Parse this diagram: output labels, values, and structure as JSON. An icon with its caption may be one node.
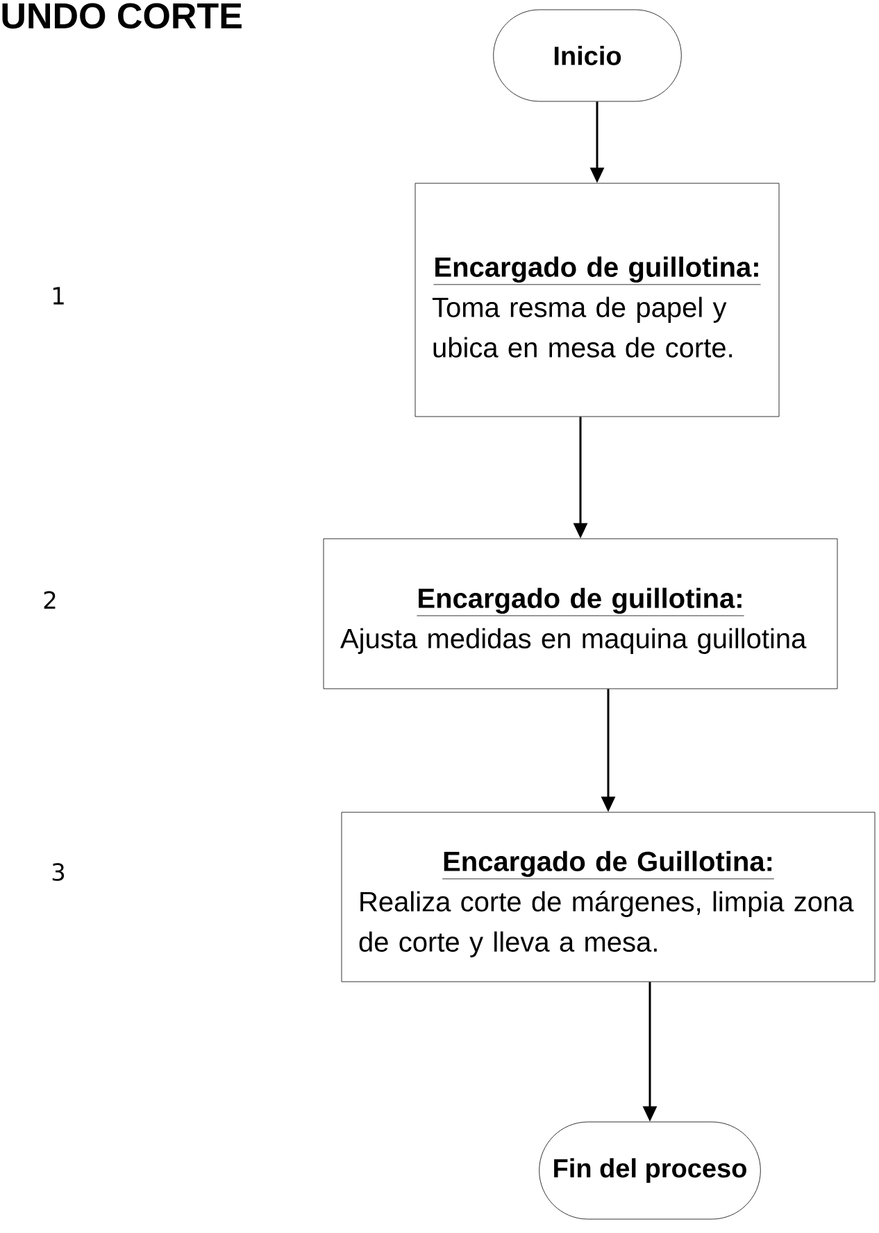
{
  "diagram": {
    "title": "UNDO CORTE",
    "nodes": [
      {
        "text": [
          "Inicio"
        ]
      },
      {
        "text": [
          "Encargado de guillotina:",
          "Toma resma de papel y ubica en mesa de corte."
        ]
      },
      {
        "text": [
          "Encargado de guillotina:",
          "Ajusta medidas en maquina guillotina"
        ]
      },
      {
        "text": [
          "Encargado de Guillotina:",
          "Realiza corte de márgenes, limpia zona de corte y lleva a mesa."
        ]
      },
      {
        "text": [
          "Fin del proceso"
        ]
      }
    ],
    "edges": [
      {
        "from": 0,
        "to": 1,
        "arrow": "to"
      },
      {
        "from": 1,
        "to": 2,
        "arrow": "to"
      },
      {
        "from": 2,
        "to": 3,
        "arrow": "to"
      },
      {
        "from": 3,
        "to": 4,
        "arrow": "to"
      }
    ],
    "labels": [
      "1",
      "2",
      "3"
    ]
  }
}
